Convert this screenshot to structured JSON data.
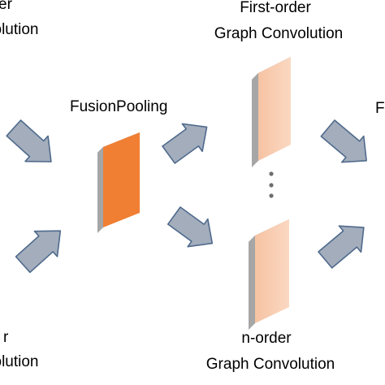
{
  "diagram": {
    "top_left_label": {
      "line1": "er",
      "line2": "volution"
    },
    "bottom_left_label": {
      "line1": "r",
      "line2": "volution"
    },
    "fusion_pooling_label": "FusionPooling",
    "first_order_label": {
      "line1": "First-order",
      "line2": "Graph Convolution"
    },
    "n_order_label": {
      "line1": "n-order",
      "line2": "Graph Convolution"
    },
    "right_cut_label": "F",
    "colors": {
      "fusion_block": "#F07F33",
      "graph_conv_block": "#F9CDB0",
      "block_side": "#A6A6A6",
      "arrow_fill": "#A3ADBC",
      "arrow_stroke": "#4F6A8C",
      "ellipsis_dots": "#6E6E6E"
    }
  }
}
